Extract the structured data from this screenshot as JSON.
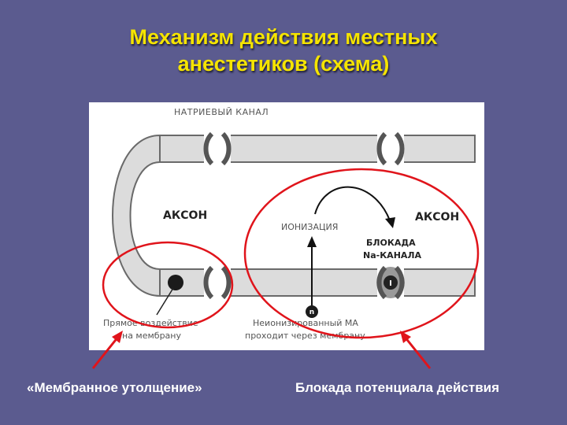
{
  "slide": {
    "title_line1": "Механизм действия местных",
    "title_line2": "анестетиков (схема)",
    "title_color": "#f5e400",
    "background_color": "#5b5b8f"
  },
  "diagram": {
    "sodium_channel_label": "НАТРИЕВЫЙ КАНАЛ",
    "axon_label_left": "АКСОН",
    "axon_label_right": "АКСОН",
    "ionization_label": "ИОНИЗАЦИЯ",
    "block_label_line1": "БЛОКАДА",
    "block_label_line2": "Na-КАНАЛА",
    "direct_effect_line1": "Прямое воздействие",
    "direct_effect_line2": "на мембрану",
    "nonionized_line1": "Неионизированный МА",
    "nonionized_line2": "проходит через мембрану",
    "neutral_molecule_symbol": "n",
    "ionized_molecule_symbol": "I",
    "highlight_color": "#e0141b"
  },
  "captions": {
    "left": "«Мембранное утолщение»",
    "right": "Блокада потенциала действия"
  }
}
